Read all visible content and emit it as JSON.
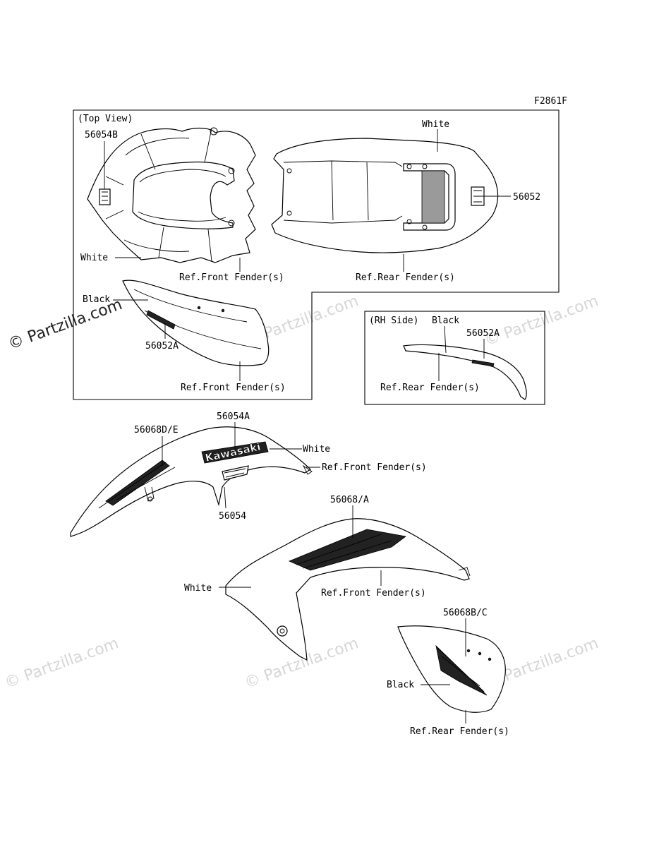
{
  "figure_code": "F2861F",
  "watermarks": {
    "main": "© Partzilla.com",
    "repeat": "© Partzilla.com"
  },
  "views": {
    "top_view": "(Top View)",
    "rh_side": "(RH Side)"
  },
  "callouts": {
    "c_56054B": "56054B",
    "c_white_top_left": "White",
    "c_ref_front_fender_1": "Ref.Front Fender(s)",
    "c_white_top_right": "White",
    "c_56052": "56052",
    "c_ref_rear_fender_1": "Ref.Rear Fender(s)",
    "c_black_front": "Black",
    "c_56052A_front": "56052A",
    "c_ref_front_fender_2": "Ref.Front Fender(s)",
    "c_black_rh": "Black",
    "c_56052A_rh": "56052A",
    "c_ref_rear_fender_2": "Ref.Rear Fender(s)",
    "c_56054A": "56054A",
    "c_56068DE": "56068D/E",
    "c_white_shroud_left": "White",
    "c_ref_front_fender_3": "Ref.Front Fender(s)",
    "c_56054": "56054",
    "c_56068A": "56068/A",
    "c_white_shroud_right": "White",
    "c_ref_front_fender_4": "Ref.Front Fender(s)",
    "c_56068BC": "56068B/C",
    "c_black_rear": "Black",
    "c_ref_rear_fender_3": "Ref.Rear Fender(s)"
  },
  "decal_text": {
    "kawasaki": "Kawasaki"
  }
}
